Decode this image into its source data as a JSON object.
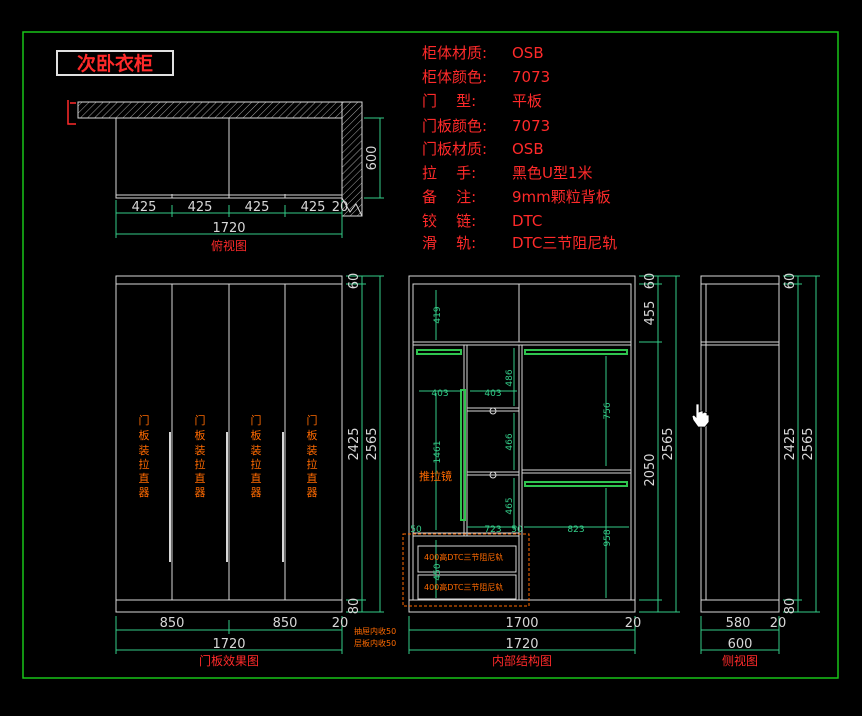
{
  "title": "次卧衣柜",
  "specs": [
    {
      "label": "柜体材质:",
      "value": "OSB"
    },
    {
      "label": "柜体颜色:",
      "value": "7073"
    },
    {
      "label": "门    型:",
      "value": "平板"
    },
    {
      "label": "门板颜色:",
      "value": "7073"
    },
    {
      "label": "门板材质:",
      "value": "OSB"
    },
    {
      "label": "拉    手:",
      "value": "黑色U型1米"
    },
    {
      "label": "备    注:",
      "value": "9mm颗粒背板"
    },
    {
      "label": "铰    链:",
      "value": "DTC"
    },
    {
      "label": "滑    轨:",
      "value": "DTC三节阻尼轨"
    }
  ],
  "top_view": {
    "caption": "俯视图",
    "dims": [
      "425",
      "425",
      "425",
      "425",
      "20",
      "1720",
      "600"
    ]
  },
  "door_view": {
    "caption": "门板效果图",
    "door_text": [
      "门",
      "板",
      "装",
      "拉",
      "直",
      "器"
    ],
    "dims": [
      "850",
      "850",
      "20",
      "1720",
      "60",
      "2425",
      "2565",
      "80"
    ]
  },
  "interior_view": {
    "caption": "内部结构图",
    "labels": {
      "pull_mirror": "推拉镜",
      "drawer_1": "400高DTC三节阻尼轨",
      "drawer_2": "400高DTC三节阻尼轨",
      "bottom_1": "抽屉内收50",
      "bottom_2": "层板内收50"
    },
    "dims": [
      "60",
      "455",
      "2050",
      "2565",
      "419",
      "403",
      "403",
      "486",
      "756",
      "466",
      "465",
      "1461",
      "723",
      "823",
      "50",
      "50",
      "958",
      "450",
      "1700",
      "1720",
      "20"
    ]
  },
  "side_view": {
    "caption": "侧视图",
    "dims": [
      "60",
      "2425",
      "2565",
      "580",
      "600",
      "20",
      "80"
    ]
  },
  "colors": {
    "outline": "#d8d8d8",
    "dim": "#33cc88",
    "dim_text": "#d8d8d8",
    "red": "#ff2a2a",
    "orange": "#ff6a00",
    "frame": "#19c419",
    "rod": "#2fc44f"
  }
}
